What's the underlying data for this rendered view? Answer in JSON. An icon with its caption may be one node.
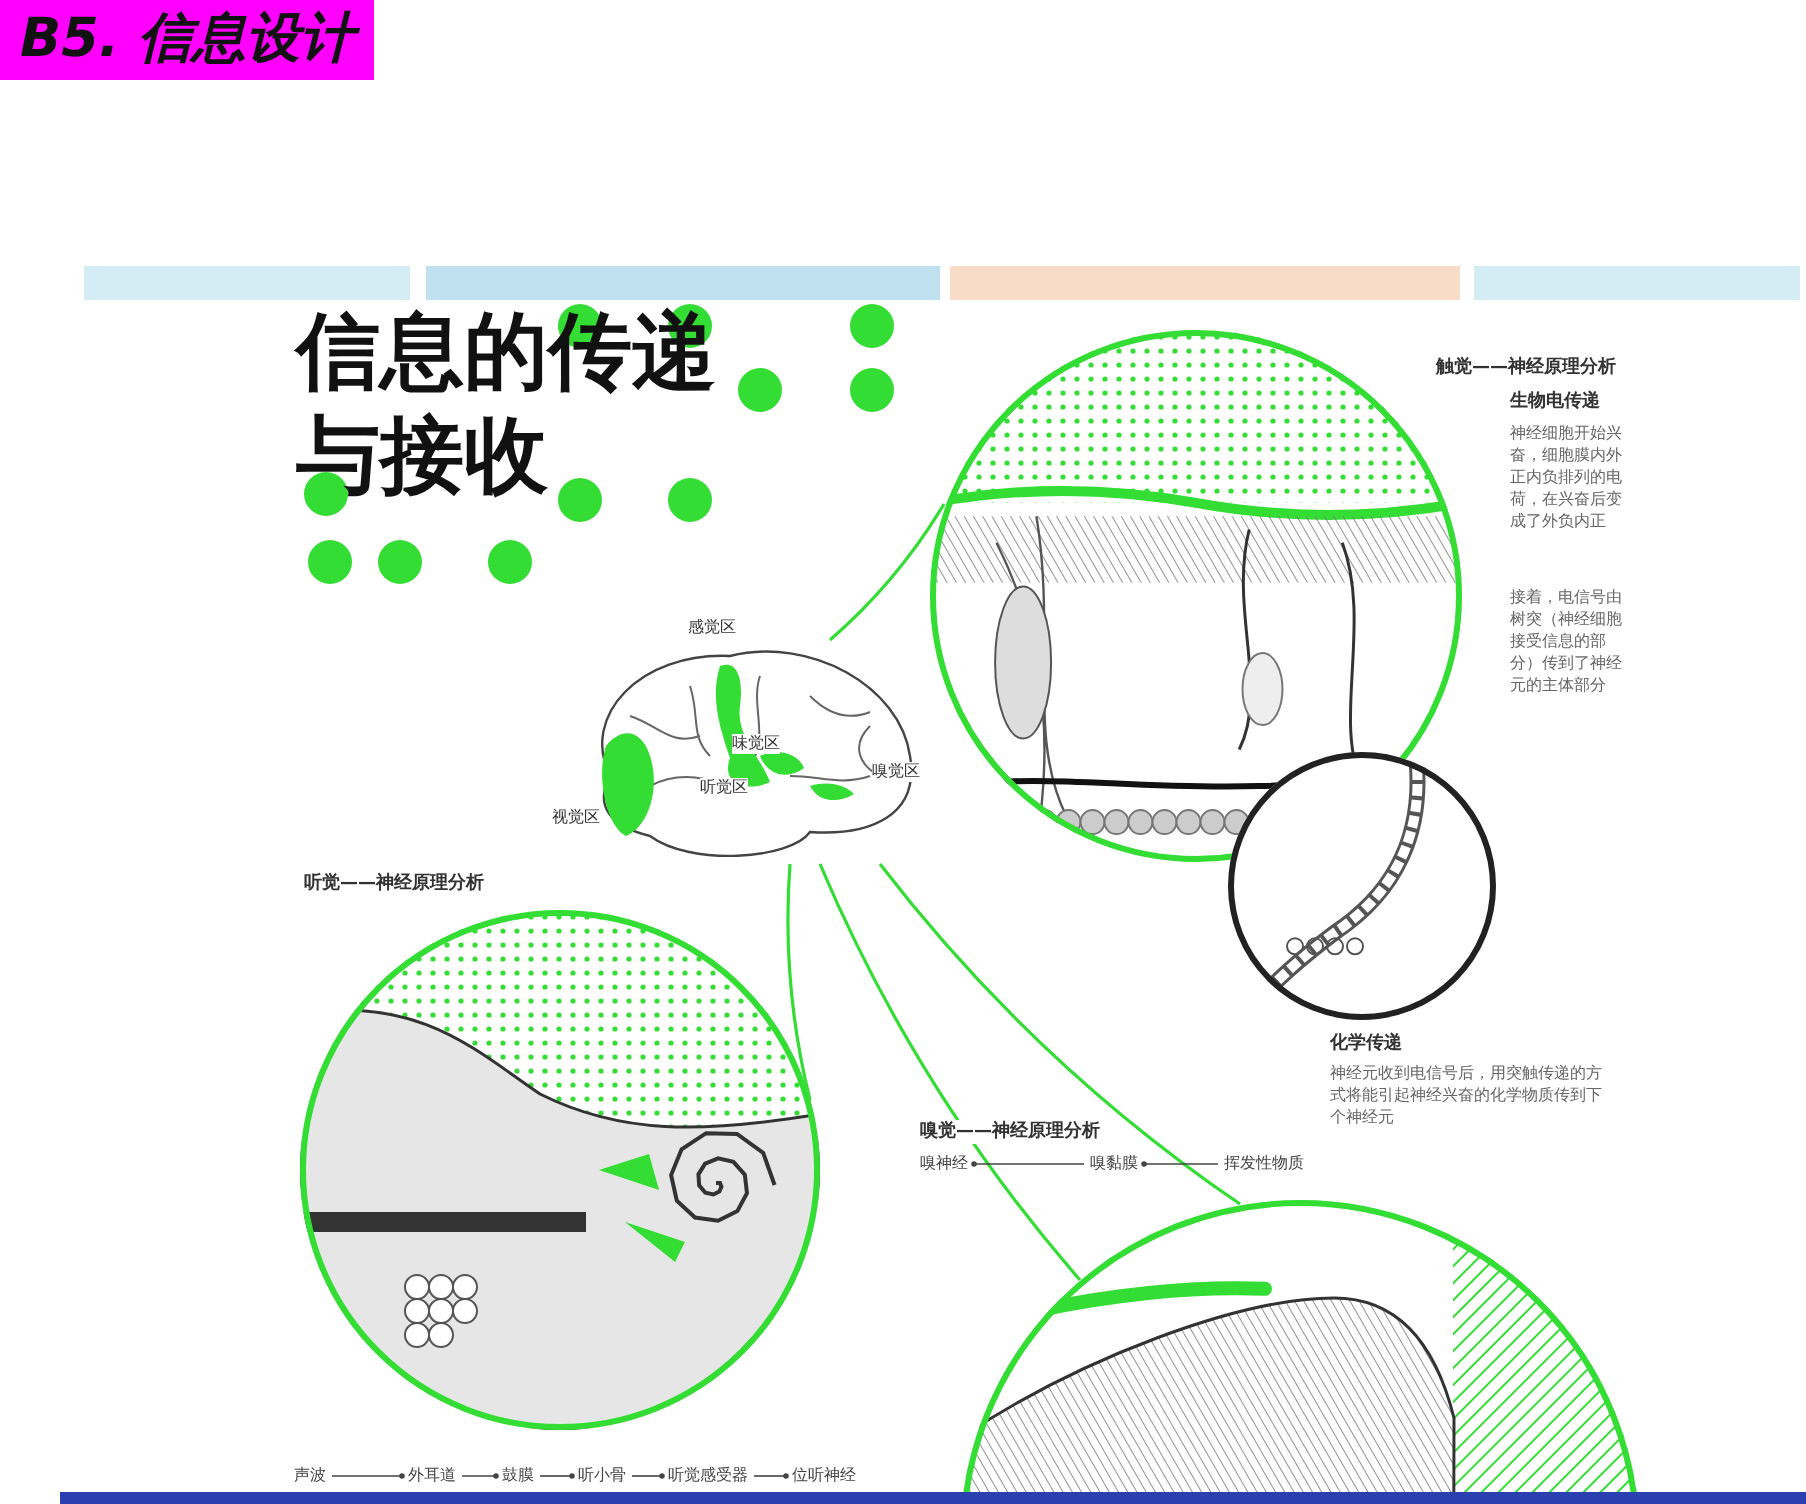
{
  "diagram": {
    "title": "B5. 信息设计",
    "nodes": [
      {
        "text": [],
        "shape": "picture"
      },
      {
        "text": [],
        "shape": "picture"
      },
      {
        "text": [],
        "shape": "picture"
      },
      {
        "text": [],
        "shape": "picture"
      },
      {
        "text": [
          "嗅神经"
        ]
      },
      {
        "text": [
          "嗅黏膜"
        ]
      },
      {
        "text": [
          "挥发性物质"
        ]
      },
      {
        "text": [],
        "shape": "picture"
      },
      {
        "text": [
          "声波"
        ]
      },
      {
        "text": [
          "外耳道"
        ]
      },
      {
        "text": [
          "鼓膜"
        ]
      },
      {
        "text": [
          "听小骨"
        ]
      },
      {
        "text": [
          "听觉感受器"
        ]
      },
      {
        "text": [
          "位听神经"
        ]
      }
    ],
    "edges": [
      {
        "from": 0,
        "to": 1,
        "arrow": "none",
        "color": "#33dd33"
      },
      {
        "from": 0,
        "to": 3,
        "arrow": "none",
        "color": "#33dd33"
      },
      {
        "from": 0,
        "to": 7,
        "arrow": "none",
        "color": "#33dd33"
      },
      {
        "from": 0,
        "to": 7,
        "arrow": "none",
        "color": "#33dd33"
      },
      {
        "from": 5,
        "to": 4,
        "arrow": "other"
      },
      {
        "from": 6,
        "to": 5,
        "arrow": "other"
      },
      {
        "from": 8,
        "to": 9,
        "arrow": "other"
      },
      {
        "from": 9,
        "to": 10,
        "arrow": "other"
      },
      {
        "from": 10,
        "to": 11,
        "arrow": "other"
      },
      {
        "from": 11,
        "to": 12,
        "arrow": "other"
      },
      {
        "from": 12,
        "to": 13,
        "arrow": "other"
      }
    ],
    "labels": [
      "信息的传递与接收",
      "触觉——神经原理分析",
      "生物电传递",
      "神经细胞开始兴奋，细胞膜内外正内负排列的电荷，在兴奋后变成了外负内正",
      "接着，电信号由树突（神经细胞接受信息的部分）传到了神经元的主体部分",
      "感觉区",
      "味觉区",
      "嗅觉区",
      "听觉区",
      "视觉区",
      "听觉——神经原理分析",
      "化学传递",
      "神经元收到电信号后，用突触传递的方式将能引起神经兴奋的化学物质传到下个神经元",
      "嗅觉——神经原理分析"
    ]
  }
}
